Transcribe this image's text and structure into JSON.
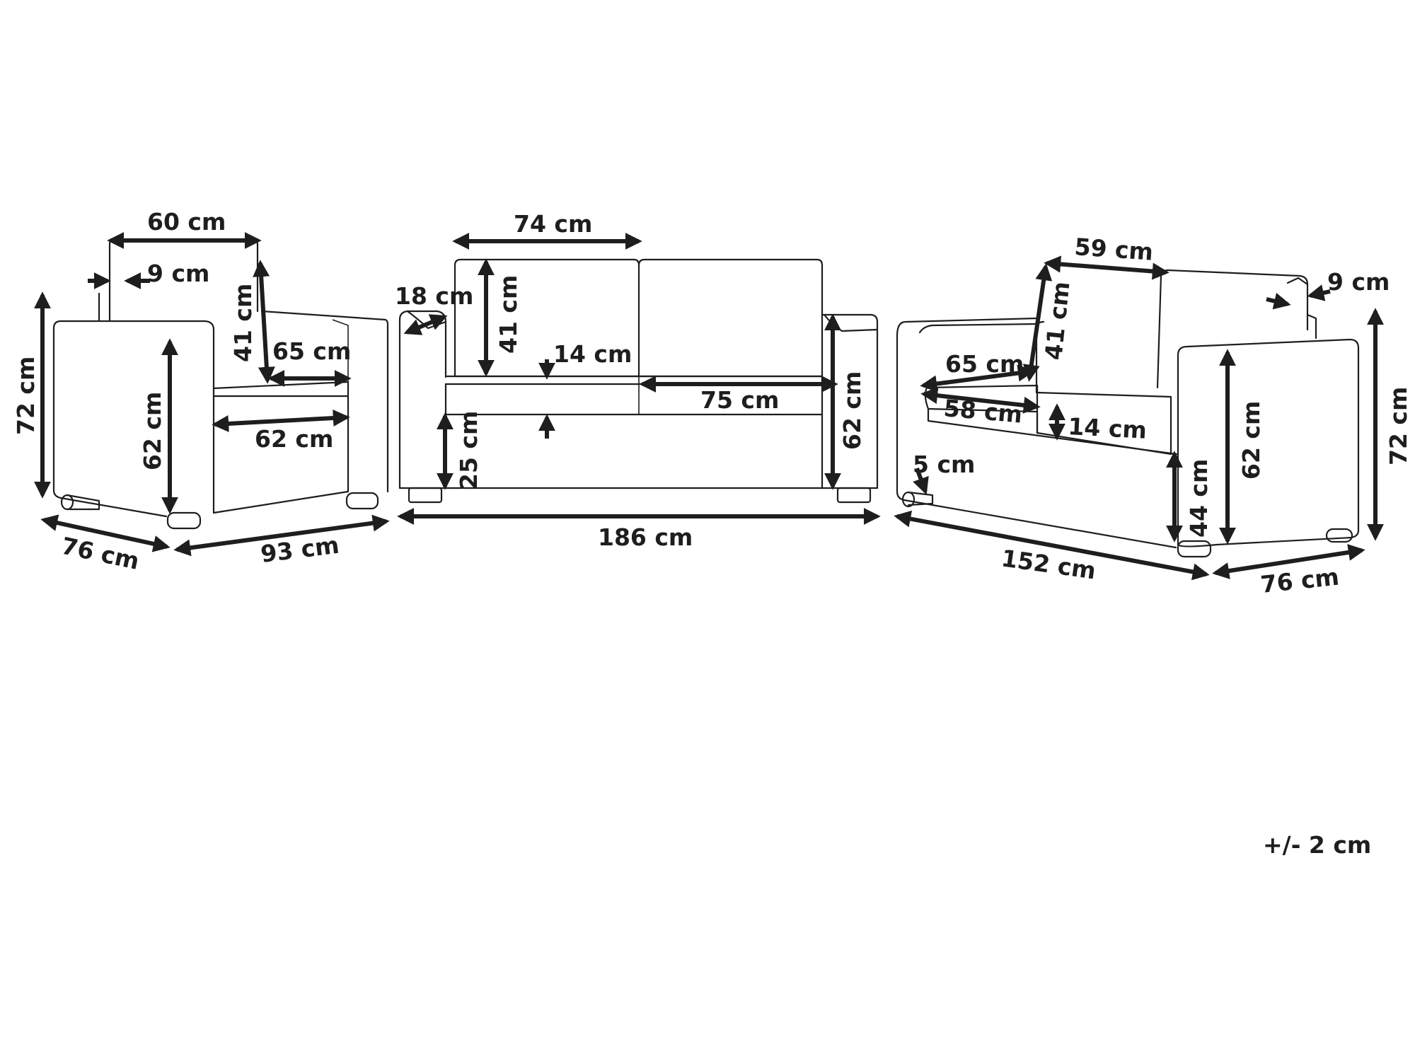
{
  "armchair": {
    "back_width": "60 cm",
    "back_thickness": "9 cm",
    "back_height": "41 cm",
    "seat_depth": "65 cm",
    "seat_width": "62 cm",
    "total_height": "72 cm",
    "arm_height": "62 cm",
    "total_depth": "76 cm",
    "total_width": "93 cm"
  },
  "sofa3": {
    "cushion_width": "74 cm",
    "arm_width": "18 cm",
    "back_height": "41 cm",
    "seat_thickness": "14 cm",
    "seat_width": "75 cm",
    "seat_height": "25 cm",
    "arm_height": "62 cm",
    "total_width": "186 cm"
  },
  "sofa2": {
    "cushion_width": "59 cm",
    "back_thickness": "9 cm",
    "back_height": "41 cm",
    "seat_depth": "65 cm",
    "seat_width": "58 cm",
    "seat_thickness": "14 cm",
    "leg_height": "5 cm",
    "seat_height": "44 cm",
    "arm_height": "62 cm",
    "total_height": "72 cm",
    "total_width": "152 cm",
    "total_depth": "76 cm"
  },
  "tolerance": "+/- 2 cm"
}
